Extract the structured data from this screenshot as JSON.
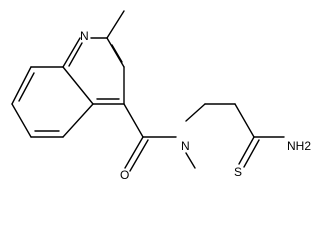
{
  "atoms": {
    "ring_nitrogen": "N",
    "carbonyl_oxygen": "O",
    "amide_nitrogen": "N",
    "thio_sulfur": "S",
    "amine_group": "NH2"
  }
}
